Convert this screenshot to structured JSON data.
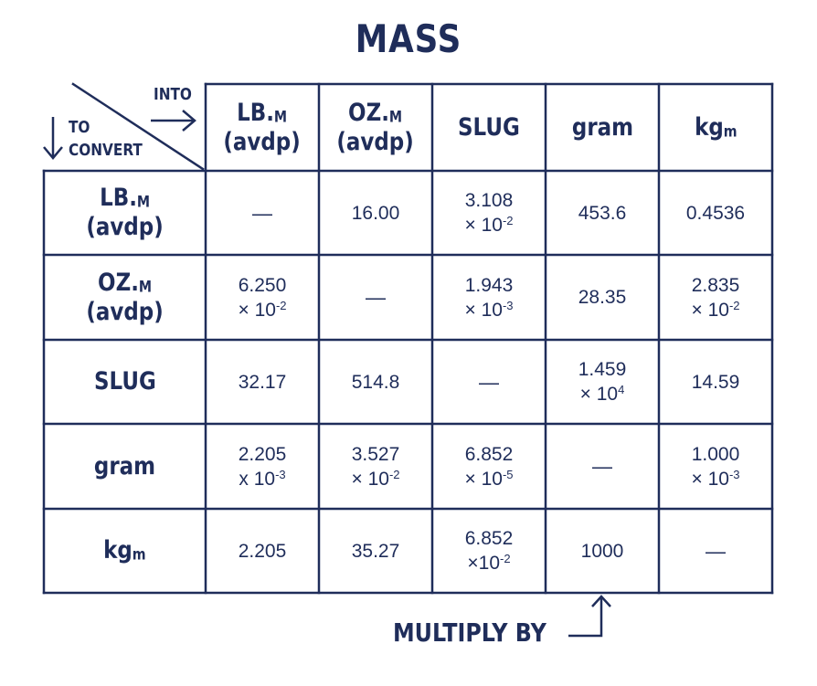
{
  "title": "MASS",
  "corner": {
    "into": "INTO",
    "to": "TO",
    "convert": "CONVERT"
  },
  "footer": "MULTIPLY BY",
  "colors": {
    "ink": "#1f2d5a",
    "background": "#ffffff"
  },
  "units": [
    {
      "main": "LB.",
      "sub": "M",
      "line2": "(avdp)"
    },
    {
      "main": "OZ.",
      "sub": "M",
      "line2": "(avdp)"
    },
    {
      "main": "SLUG",
      "sub": "",
      "line2": ""
    },
    {
      "main": "gram",
      "sub": "",
      "line2": ""
    },
    {
      "main": "kg",
      "sub": "m",
      "line2": ""
    }
  ],
  "table": [
    [
      {
        "dash": true
      },
      {
        "l1": "16.00"
      },
      {
        "l1": "3.108",
        "l2": "× 10",
        "exp": "-2"
      },
      {
        "l1": "453.6"
      },
      {
        "l1": "0.4536"
      }
    ],
    [
      {
        "l1": "6.250",
        "l2": "× 10",
        "exp": "-2"
      },
      {
        "dash": true
      },
      {
        "l1": "1.943",
        "l2": "× 10",
        "exp": "-3"
      },
      {
        "l1": "28.35"
      },
      {
        "l1": "2.835",
        "l2": "× 10",
        "exp": "-2"
      }
    ],
    [
      {
        "l1": "32.17"
      },
      {
        "l1": "514.8"
      },
      {
        "dash": true
      },
      {
        "l1": "1.459",
        "l2": "× 10",
        "exp": "4"
      },
      {
        "l1": "14.59"
      }
    ],
    [
      {
        "l1": "2.205",
        "l2": "x 10",
        "exp": "-3"
      },
      {
        "l1": "3.527",
        "l2": "× 10",
        "exp": "-2"
      },
      {
        "l1": "6.852",
        "l2": "× 10",
        "exp": "-5"
      },
      {
        "dash": true
      },
      {
        "l1": "1.000",
        "l2": "× 10",
        "exp": "-3"
      }
    ],
    [
      {
        "l1": "2.205"
      },
      {
        "l1": "35.27"
      },
      {
        "l1": "6.852",
        "l2": "×10",
        "exp": "-2"
      },
      {
        "l1": "1000"
      },
      {
        "dash": true
      }
    ]
  ]
}
